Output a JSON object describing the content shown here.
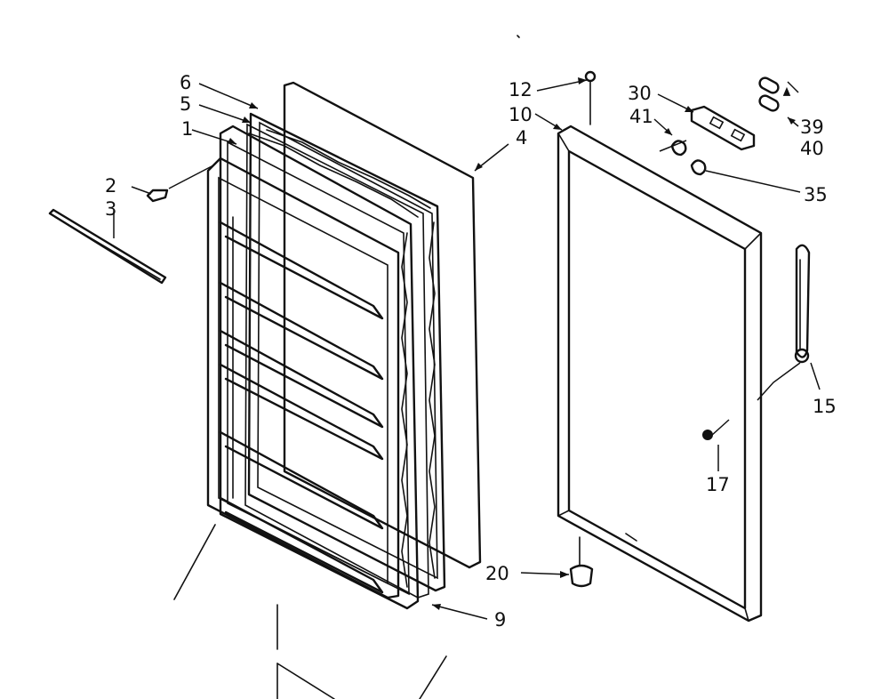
{
  "callouts": [
    {
      "id": "c6",
      "text": "6"
    },
    {
      "id": "c5",
      "text": "5"
    },
    {
      "id": "c1",
      "text": "1"
    },
    {
      "id": "c2",
      "text": "2"
    },
    {
      "id": "c3",
      "text": "3"
    },
    {
      "id": "c4",
      "text": "4"
    },
    {
      "id": "c12",
      "text": "12"
    },
    {
      "id": "c10",
      "text": "10"
    },
    {
      "id": "c30",
      "text": "30"
    },
    {
      "id": "c41",
      "text": "41"
    },
    {
      "id": "c39",
      "text": "39"
    },
    {
      "id": "c40",
      "text": "40"
    },
    {
      "id": "c35",
      "text": "35"
    },
    {
      "id": "c15",
      "text": "15"
    },
    {
      "id": "c17",
      "text": "17"
    },
    {
      "id": "c20",
      "text": "20"
    },
    {
      "id": "c9",
      "text": "9"
    }
  ],
  "colors": {
    "ink": "#111111",
    "paper": "#ffffff"
  }
}
